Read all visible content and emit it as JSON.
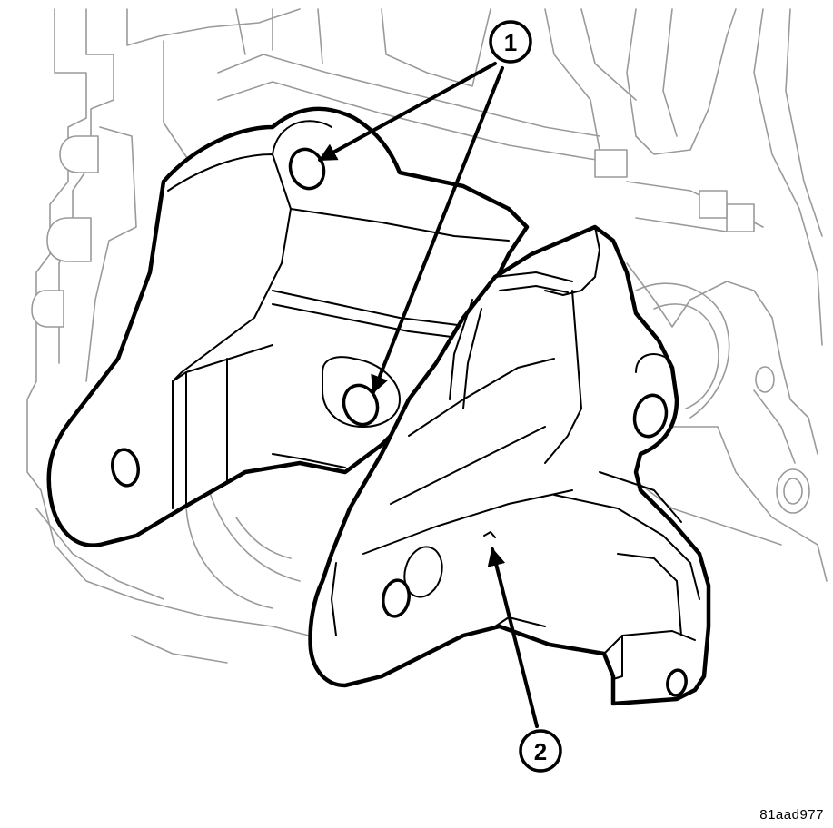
{
  "callouts": [
    {
      "id": "1",
      "label": "1"
    },
    {
      "id": "2",
      "label": "2"
    }
  ],
  "reference_code": "81aad977",
  "colors": {
    "line": "#000000",
    "background_line": "#9a9a9a",
    "background": "#ffffff"
  }
}
